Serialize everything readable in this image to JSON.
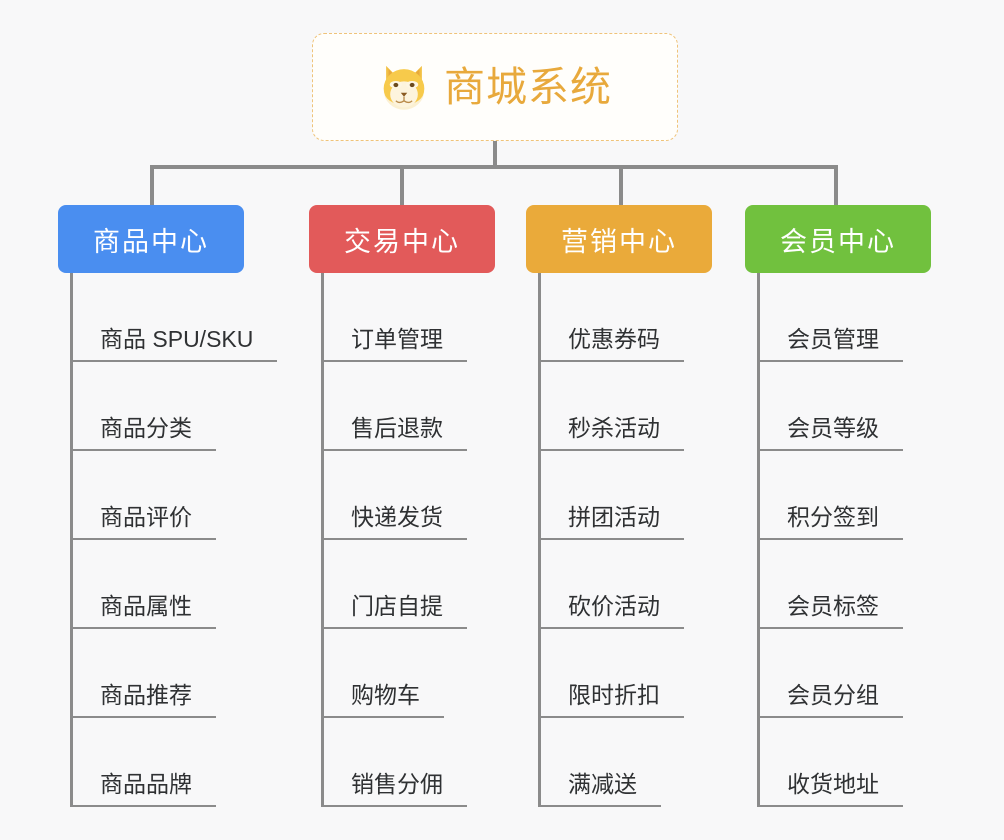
{
  "background_color": "#f8f8f9",
  "root": {
    "title": "商城系统",
    "icon": "shiba-dog-emoji",
    "title_color": "#e8a93c",
    "border_color": "#efc37a"
  },
  "columns": [
    {
      "title": "商品中心",
      "color": "#4a8ef0",
      "items": [
        "商品 SPU/SKU",
        "商品分类",
        "商品评价",
        "商品属性",
        "商品推荐",
        "商品品牌"
      ]
    },
    {
      "title": "交易中心",
      "color": "#e25a5a",
      "items": [
        "订单管理",
        "售后退款",
        "快递发货",
        "门店自提",
        "购物车",
        "销售分佣"
      ]
    },
    {
      "title": "营销中心",
      "color": "#eaaa3a",
      "items": [
        "优惠券码",
        "秒杀活动",
        "拼团活动",
        "砍价活动",
        "限时折扣",
        "满减送"
      ]
    },
    {
      "title": "会员中心",
      "color": "#71c13e",
      "items": [
        "会员管理",
        "会员等级",
        "积分签到",
        "会员标签",
        "会员分组",
        "收货地址"
      ]
    }
  ]
}
